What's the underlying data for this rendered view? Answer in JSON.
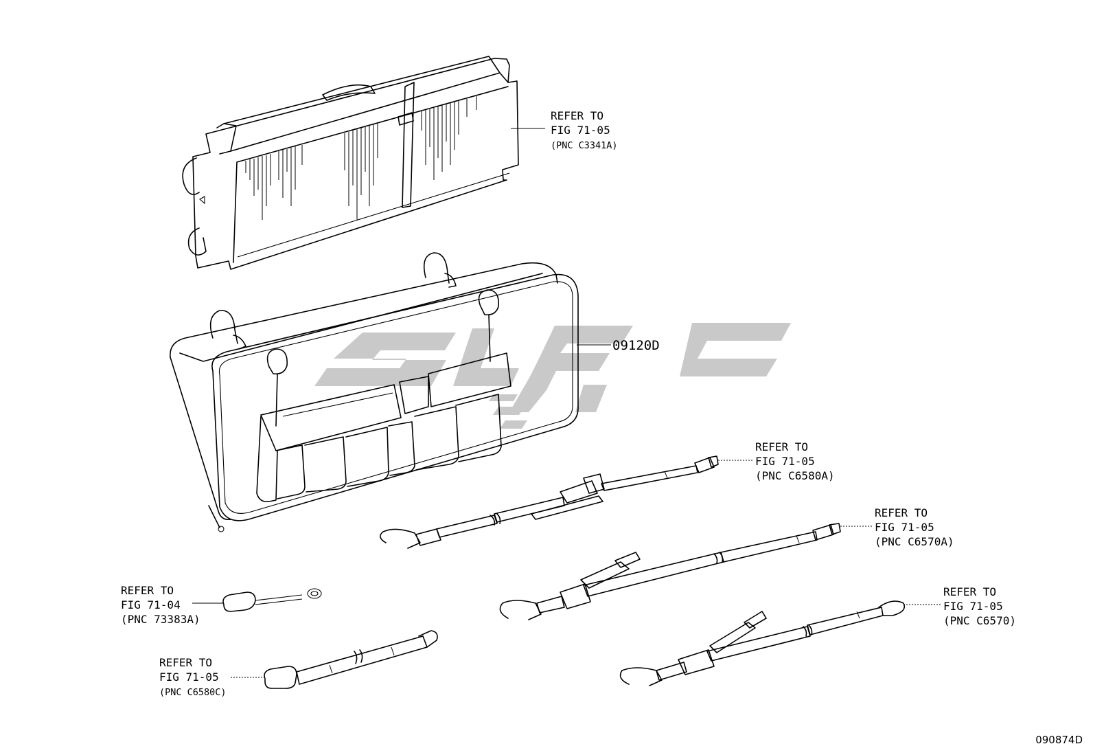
{
  "watermark": {
    "color": "#c9c9c9"
  },
  "callouts": {
    "panel": {
      "line1": "REFER TO",
      "line2": "FIG 71-05",
      "line3": "(PNC C3341A)"
    },
    "bag_part_number": "09120D",
    "strap1": {
      "line1": "REFER TO",
      "line2": "FIG 71-05",
      "line3": "(PNC C6580A)"
    },
    "strap2": {
      "line1": "REFER TO",
      "line2": "FIG 71-05",
      "line3": "(PNC C6570A)"
    },
    "strap3": {
      "line1": "REFER TO",
      "line2": "FIG 71-05",
      "line3": "(PNC C6570)"
    },
    "cable": {
      "line1": "REFER TO",
      "line2": "FIG 71-04",
      "line3": "(PNC 73383A)"
    },
    "short_strap": {
      "line1": "REFER TO",
      "line2": "FIG 71-05",
      "line3": "(PNC C6580C)"
    }
  },
  "figure_id": "090874D"
}
